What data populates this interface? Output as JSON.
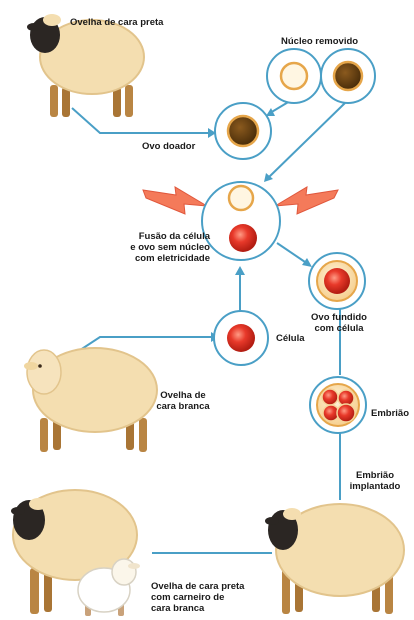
{
  "labels": {
    "ovelha_cara_preta": "Ovelha de cara preta",
    "nucleo_removido": "Núcleo removido",
    "ovo_doador": "Ovo doador",
    "fusao_1": "Fusão da célula",
    "fusao_2": "e ovo sem núcleo",
    "fusao_3": "com eletricidade",
    "ovo_fundido_1": "Ovo fundido",
    "ovo_fundido_2": "com célula",
    "celula": "Célula",
    "ovelha_cara_branca_1": "Ovelha de",
    "ovelha_cara_branca_2": "cara branca",
    "embriao": "Embrião",
    "embriao_implantado_1": "Embrião",
    "embriao_implantado_2": "implantado",
    "final_1": "Ovelha de cara  preta",
    "final_2": "com carneiro de",
    "final_3": "cara branca"
  },
  "colors": {
    "line": "#4a9fc6",
    "wool": "#f4deb0",
    "wool_edge": "#e2c48c",
    "black_face": "#2b2623",
    "white_face": "#f7e8c8",
    "legs": "#b98543",
    "nucleus": "#6b4412",
    "cell_red": "#e23a2a",
    "egg_outline": "#e6a64a",
    "spark": "#f26a4a"
  }
}
